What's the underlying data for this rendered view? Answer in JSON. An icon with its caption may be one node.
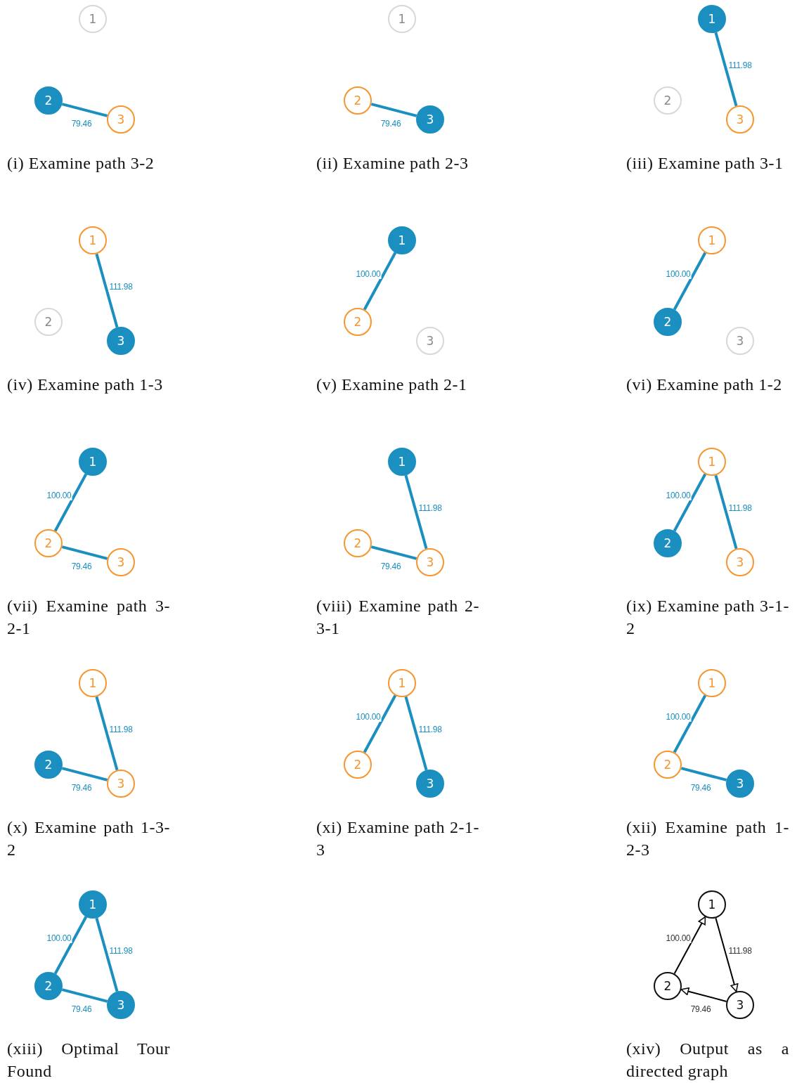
{
  "diagram": {
    "nodes": [
      {
        "text": [
          "1"
        ]
      },
      {
        "text": [
          "2"
        ]
      },
      {
        "text": [
          "3"
        ]
      },
      {
        "text": [
          "1"
        ]
      },
      {
        "text": [
          "2"
        ]
      },
      {
        "text": [
          "3"
        ]
      },
      {
        "text": [
          "1"
        ]
      },
      {
        "text": [
          "2"
        ]
      },
      {
        "text": [
          "3"
        ]
      },
      {
        "text": [
          "1"
        ]
      },
      {
        "text": [
          "2"
        ]
      },
      {
        "text": [
          "3"
        ]
      },
      {
        "text": [
          "1"
        ]
      },
      {
        "text": [
          "2"
        ]
      },
      {
        "text": [
          "3"
        ]
      },
      {
        "text": [
          "1"
        ]
      },
      {
        "text": [
          "2"
        ]
      },
      {
        "text": [
          "3"
        ]
      },
      {
        "text": [
          "1"
        ]
      },
      {
        "text": [
          "2"
        ]
      },
      {
        "text": [
          "3"
        ]
      },
      {
        "text": [
          "1"
        ]
      },
      {
        "text": [
          "2"
        ]
      },
      {
        "text": [
          "3"
        ]
      },
      {
        "text": [
          "1"
        ]
      },
      {
        "text": [
          "2"
        ]
      },
      {
        "text": [
          "3"
        ]
      },
      {
        "text": [
          "1"
        ]
      },
      {
        "text": [
          "2"
        ]
      },
      {
        "text": [
          "3"
        ]
      },
      {
        "text": [
          "1"
        ]
      },
      {
        "text": [
          "2"
        ]
      },
      {
        "text": [
          "3"
        ]
      },
      {
        "text": [
          "1"
        ]
      },
      {
        "text": [
          "2"
        ]
      },
      {
        "text": [
          "3"
        ]
      },
      {
        "text": [
          "1"
        ]
      },
      {
        "text": [
          "2"
        ]
      },
      {
        "text": [
          "3"
        ]
      },
      {
        "text": [
          "1"
        ]
      },
      {
        "text": [
          "2"
        ]
      },
      {
        "text": [
          "3"
        ]
      }
    ],
    "edges": [
      {
        "from": 1,
        "to": 2,
        "arrow": "none",
        "label": "79.46"
      },
      {
        "from": 4,
        "to": 5,
        "arrow": "none",
        "label": "79.46"
      },
      {
        "from": 8,
        "to": 6,
        "arrow": "none",
        "label": "111.98"
      },
      {
        "from": 9,
        "to": 11,
        "arrow": "none",
        "label": "111.98"
      },
      {
        "from": 13,
        "to": 12,
        "arrow": "none",
        "label": "100.00"
      },
      {
        "from": 15,
        "to": 16,
        "arrow": "none",
        "label": "100.00"
      },
      {
        "from": 20,
        "to": 19,
        "arrow": "none",
        "label": "79.46"
      },
      {
        "from": 19,
        "to": 18,
        "arrow": "none",
        "label": "100.00"
      },
      {
        "from": 22,
        "to": 23,
        "arrow": "none",
        "label": "79.46"
      },
      {
        "from": 23,
        "to": 21,
        "arrow": "none",
        "label": "111.98"
      },
      {
        "from": 26,
        "to": 24,
        "arrow": "none",
        "label": "111.98"
      },
      {
        "from": 24,
        "to": 25,
        "arrow": "none",
        "label": "100.00"
      },
      {
        "from": 27,
        "to": 29,
        "arrow": "none",
        "label": "111.98"
      },
      {
        "from": 29,
        "to": 28,
        "arrow": "none",
        "label": "79.46"
      },
      {
        "from": 31,
        "to": 30,
        "arrow": "none",
        "label": "100.00"
      },
      {
        "from": 30,
        "to": 32,
        "arrow": "none",
        "label": "111.98"
      },
      {
        "from": 33,
        "to": 34,
        "arrow": "none",
        "label": "100.00"
      },
      {
        "from": 34,
        "to": 35,
        "arrow": "none",
        "label": "79.46"
      },
      {
        "from": 37,
        "to": 36,
        "arrow": "none",
        "label": "100.00"
      },
      {
        "from": 36,
        "to": 38,
        "arrow": "none",
        "label": "111.98"
      },
      {
        "from": 38,
        "to": 37,
        "arrow": "none",
        "label": "79.46"
      },
      {
        "from": 40,
        "to": 39,
        "arrow": "to",
        "label": "100.00",
        "color": "#000000"
      },
      {
        "from": 39,
        "to": 41,
        "arrow": "to",
        "label": "111.98",
        "color": "#000000"
      },
      {
        "from": 41,
        "to": 40,
        "arrow": "to",
        "label": "79.46",
        "color": "#000000"
      }
    ],
    "labels": [
      "(i) Examine path 3-2",
      "(ii) Examine path 2-3",
      "(iii) Examine path 3-1",
      "(iv) Examine path 1-3",
      "(v) Examine path 2-1",
      "(vi) Examine path 1-2",
      "(vii) Examine path 3-2-1",
      "(viii) Examine path 2-3-1",
      "(ix) Examine path 3-1-2",
      "(x) Examine path 1-3-2",
      "(xi) Examine path 2-1-3",
      "(xii) Examine path 1-2-3",
      "(xiii) Optimal Tour Found",
      "(xiv) Output as a directed graph"
    ]
  }
}
